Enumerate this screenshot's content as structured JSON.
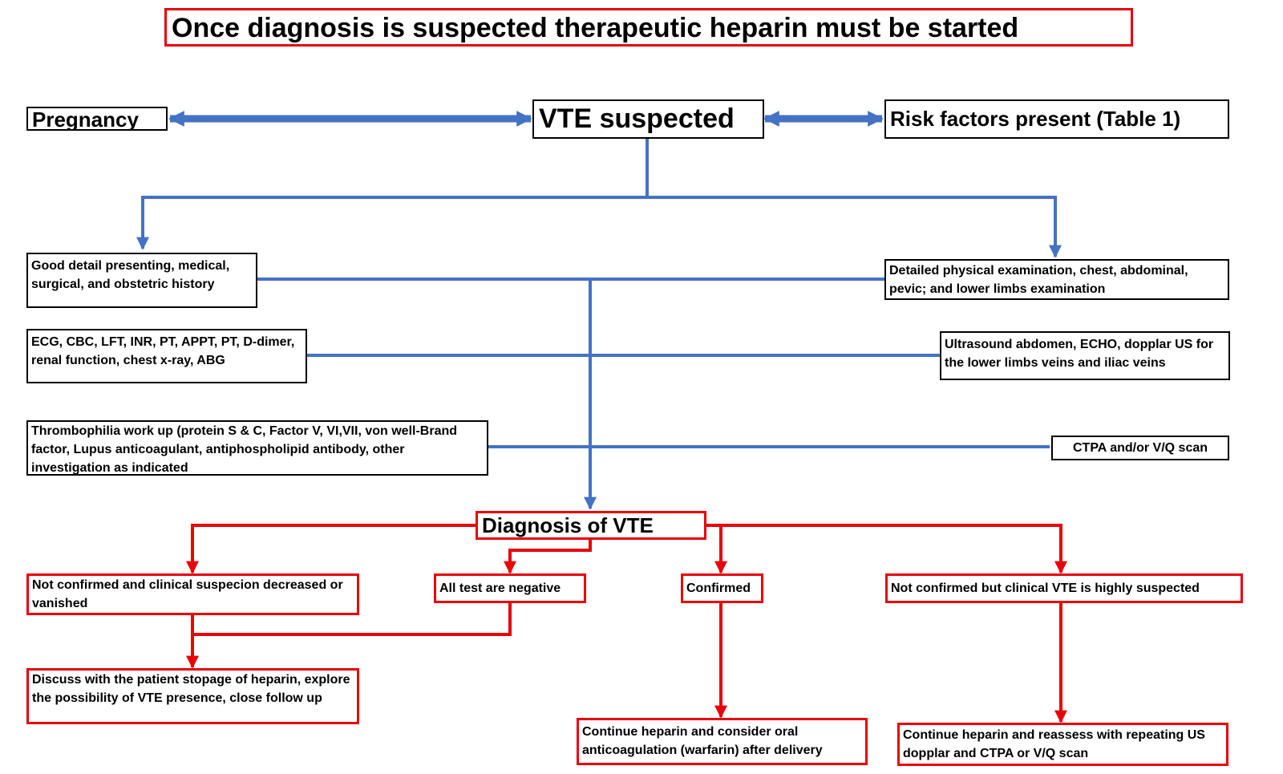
{
  "title": "Once diagnosis is suspected therapeutic heparin must be started",
  "nodes": {
    "pregnancy": "Pregnancy",
    "vte_suspected": "VTE suspected",
    "risk_factors": "Risk factors present (Table 1)",
    "history": "Good detail presenting, medical, surgical, and obstetric history",
    "physical_exam": "Detailed physical examination, chest, abdominal, pevic; and lower limbs examination",
    "labs": "ECG, CBC, LFT, INR, PT, APPT, PT, D-dimer, renal function, chest x-ray, ABG",
    "ultrasound": "Ultrasound abdomen, ECHO, dopplar US for the lower limbs veins and iliac veins",
    "thrombophilia": "Thrombophilia work up (protein S & C, Factor V, VI,VII, von well-Brand factor, Lupus anticoagulant, antiphospholipid antibody, other investigation as indicated",
    "ctpa": "CTPA and/or V/Q scan",
    "diagnosis": "Diagnosis of VTE",
    "not_confirmed_decreased": "Not confirmed and clinical suspecion decreased or vanished",
    "all_negative": "All test are negative",
    "confirmed": "Confirmed",
    "not_confirmed_suspected": "Not confirmed but clinical VTE is highly suspected",
    "discuss_stop": "Discuss with the patient stopage of heparin, explore the possibility of VTE presence, close follow up",
    "continue_oral": "Continue heparin and consider oral anticoagulation (warfarin) after delivery",
    "continue_reassess": "Continue heparin and reassess with repeating US dopplar and CTPA or V/Q scan"
  },
  "colors": {
    "blue_connector": "#4472c4",
    "red_connector": "#e8000b",
    "box_border": "#000000"
  }
}
